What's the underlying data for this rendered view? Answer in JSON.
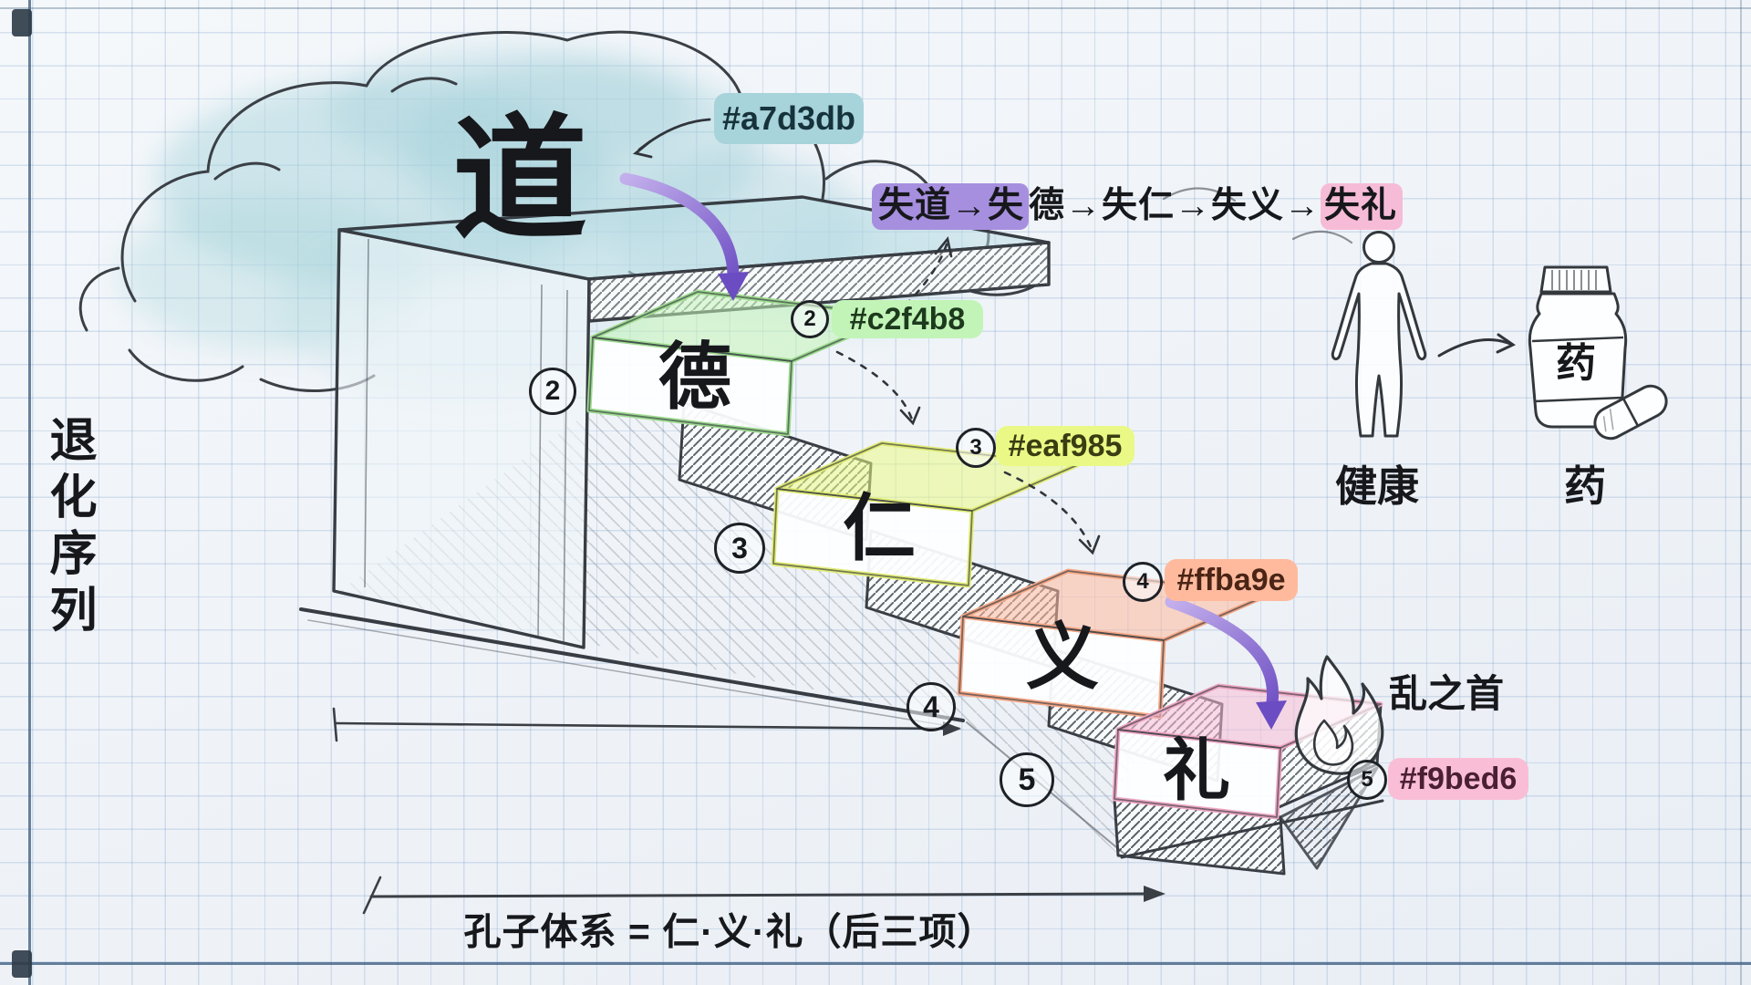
{
  "page": {
    "left_label": "退化序列",
    "bottom_caption": "孔子体系 = 仁·义·礼（后三项）"
  },
  "cloud": {
    "char": "道",
    "hex_label": "#a7d3db"
  },
  "sequence": {
    "purple": "失道→失",
    "plain": "德→失仁→失义→",
    "pink": "失礼"
  },
  "steps": [
    {
      "num": "2",
      "char": "德",
      "hex": "#c2f4b8"
    },
    {
      "num": "3",
      "char": "仁",
      "hex": "#eaf985"
    },
    {
      "num": "4",
      "char": "义",
      "hex": "#ffba9e"
    },
    {
      "num": "5",
      "char": "礼",
      "hex": "#f9bed6"
    }
  ],
  "flame_note": "乱之首",
  "right_panel": {
    "person_label": "健康",
    "bottle_char": "药",
    "medicine_label": "药"
  },
  "colors": {
    "cloud": "#a7d3db",
    "step_de": "#c2f4b8",
    "step_ren": "#eaf985",
    "step_yi": "#ffba9e",
    "step_li": "#f9bed6",
    "purple_highlight": "#a78fdf",
    "purple_arrow": "#6b4cc2",
    "pencil": "#3a3f45"
  }
}
